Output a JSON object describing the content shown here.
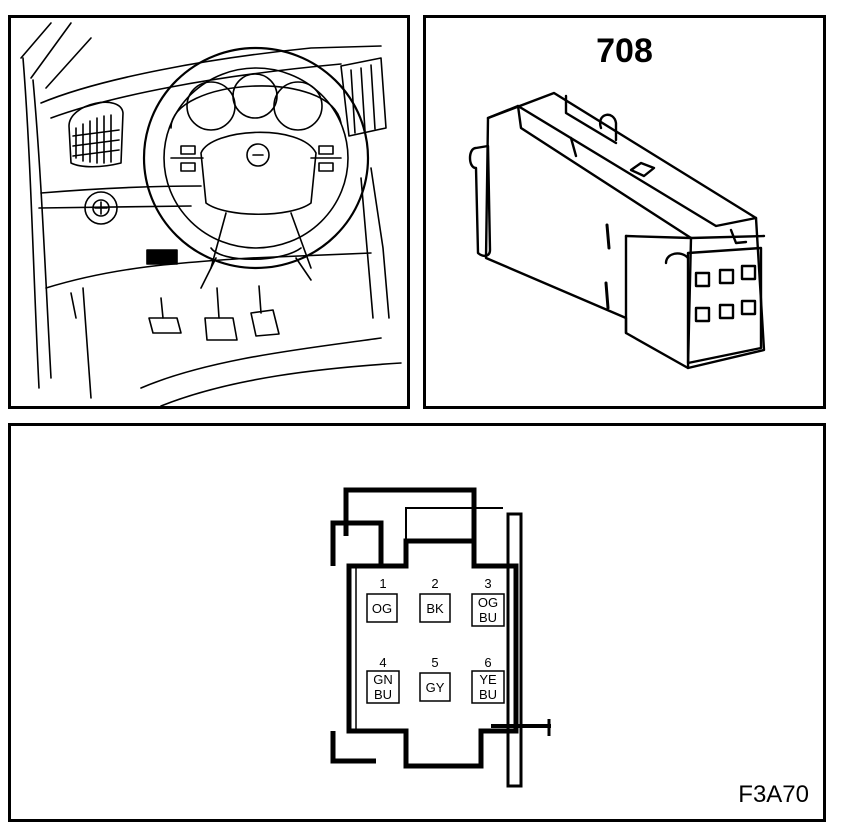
{
  "connector": {
    "number": "708"
  },
  "figure_code": "F3A70",
  "pins": [
    {
      "number": "1",
      "colors": [
        "OG"
      ]
    },
    {
      "number": "2",
      "colors": [
        "BK"
      ]
    },
    {
      "number": "3",
      "colors": [
        "OG",
        "BU"
      ]
    },
    {
      "number": "4",
      "colors": [
        "GN",
        "BU"
      ]
    },
    {
      "number": "5",
      "colors": [
        "GY"
      ]
    },
    {
      "number": "6",
      "colors": [
        "YE",
        "BU"
      ]
    }
  ]
}
